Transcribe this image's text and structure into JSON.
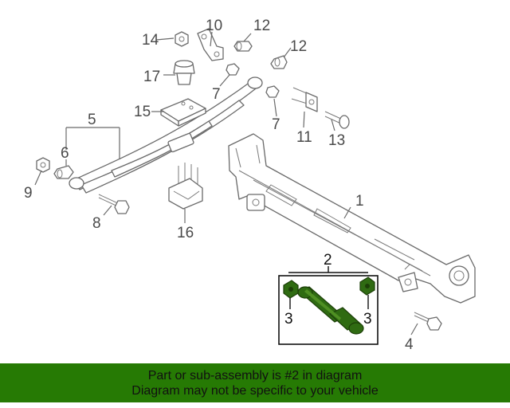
{
  "callouts": [
    {
      "id": "c1",
      "text": "1"
    },
    {
      "id": "c2",
      "text": "2"
    },
    {
      "id": "c3a",
      "text": "3"
    },
    {
      "id": "c3b",
      "text": "3"
    },
    {
      "id": "c4",
      "text": "4"
    },
    {
      "id": "c5",
      "text": "5"
    },
    {
      "id": "c6",
      "text": "6"
    },
    {
      "id": "c7a",
      "text": "7"
    },
    {
      "id": "c7b",
      "text": "7"
    },
    {
      "id": "c8",
      "text": "8"
    },
    {
      "id": "c9",
      "text": "9"
    },
    {
      "id": "c10",
      "text": "10"
    },
    {
      "id": "c11",
      "text": "11"
    },
    {
      "id": "c12a",
      "text": "12"
    },
    {
      "id": "c12b",
      "text": "12"
    },
    {
      "id": "c13",
      "text": "13"
    },
    {
      "id": "c14",
      "text": "14"
    },
    {
      "id": "c15",
      "text": "15"
    },
    {
      "id": "c16",
      "text": "16"
    },
    {
      "id": "c17",
      "text": "17"
    }
  ],
  "colors": {
    "highlight": "#2f6b12",
    "banner": "#267a04"
  },
  "banner": {
    "line1": "Part or sub-assembly is #2 in diagram",
    "line2": "Diagram may not be specific to your vehicle"
  }
}
